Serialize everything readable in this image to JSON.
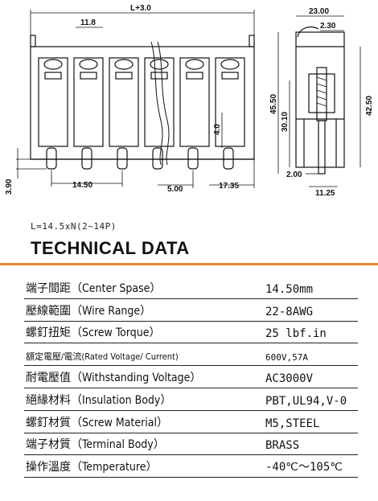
{
  "drawing": {
    "dim_length": "L+3.0",
    "dim_11_8": "11.8",
    "dim_14_50": "14.50",
    "dim_5_00": "5.00",
    "dim_17_35": "17.35",
    "dim_3_90": "3.90",
    "dim_4_0": "4.0",
    "dim_23_00": "23.00",
    "dim_2_30": "2.30",
    "dim_45_50": "45.50",
    "dim_30_10": "30.10",
    "dim_42_50": "42.50",
    "dim_2_00": "2.00",
    "dim_11_25": "11.25"
  },
  "formula": "L=14.5xN(2~14P)",
  "title": "TECHNICAL DATA",
  "specs": [
    {
      "label": "端子間距（Center Spase）",
      "value": "14.50mm"
    },
    {
      "label": "壓線範圍（Wire Range）",
      "value": "22-8AWG"
    },
    {
      "label": "螺釘扭矩（Screw Torque）",
      "value": "25 lbf.in"
    },
    {
      "label": "額定電壓/電流(Rated Voltage/ Current)",
      "value": "600V,57A"
    },
    {
      "label": "耐電壓值（Withstanding Voltage）",
      "value": "AC3000V"
    },
    {
      "label": "絕緣材料（Insulation Body）",
      "value": "PBT,UL94,V-0"
    },
    {
      "label": "螺釘材質（Screw Material）",
      "value": "M5,STEEL"
    },
    {
      "label": "端子材質（Terminal Body）",
      "value": "BRASS"
    },
    {
      "label": "操作溫度（Temperature）",
      "value": "-40℃～105℃"
    }
  ]
}
